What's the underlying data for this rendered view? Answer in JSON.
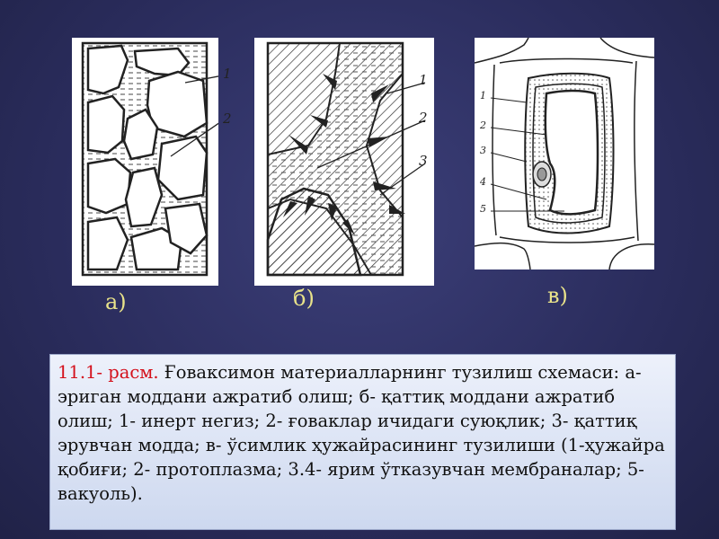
{
  "panels": {
    "a": {
      "label": "а)",
      "callouts": [
        "1",
        "2"
      ]
    },
    "b": {
      "label": "б)",
      "callouts": [
        "1",
        "2",
        "3"
      ]
    },
    "c": {
      "label": "в)",
      "callouts": [
        "1",
        "2",
        "3",
        "4",
        "5"
      ]
    }
  },
  "caption": {
    "figure_number": "11.1- расм.",
    "text": " Ғоваксимон материалларнинг тузилиш схемаси: а- эриган моддани ажратиб олиш; б- қаттиқ моддани ажратиб олиш; 1- инерт негиз; 2- ғоваклар ичидаги суюқлик;    3- қаттиқ эрувчан модда; в- ўсимлик ҳужайрасининг тузилиши (1-ҳужайра қобиғи;  2- протоплазма; 3.4- ярим ўтказувчан мембраналар; 5- вакуоль)."
  },
  "colors": {
    "label_yellow": "#e8e28a",
    "figure_number_red": "#d4111c"
  }
}
